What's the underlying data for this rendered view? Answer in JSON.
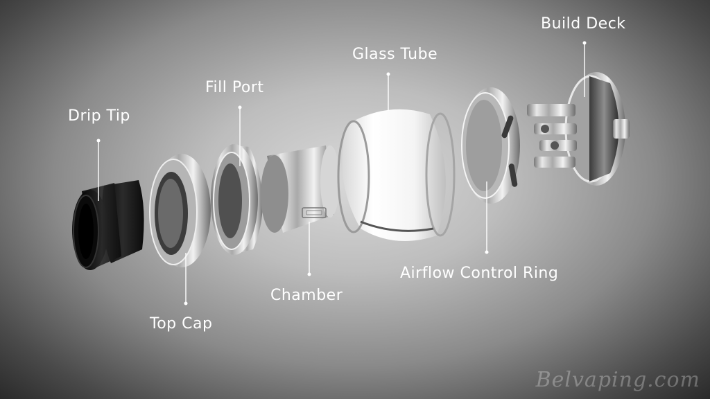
{
  "labels": {
    "drip_tip": "Drip Tip",
    "top_cap": "Top Cap",
    "fill_port": "Fill Port",
    "chamber": "Chamber",
    "glass_tube": "Glass Tube",
    "airflow_control_ring": "Airflow Control Ring",
    "build_deck": "Build Deck"
  },
  "watermark": "Belvaping.com",
  "colors": {
    "background": "#9a9a9a",
    "label_text": "#ffffff",
    "metal": "#c8c8c8",
    "drip_tip": "#141414"
  }
}
